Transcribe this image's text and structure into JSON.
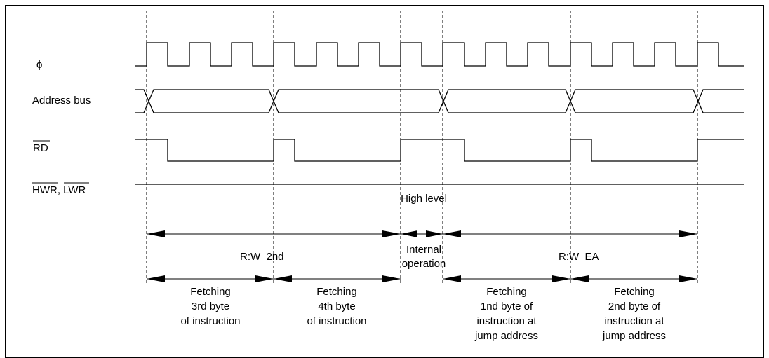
{
  "signals": {
    "phi": "ϕ",
    "address_bus": "Address bus",
    "rd": "RD",
    "hwr_lwr": "HWR, LWR"
  },
  "annotations": {
    "high_level": "High level",
    "rw_2nd": "R:W  2nd",
    "internal_line1": "Internal",
    "internal_line2": "operation",
    "rw_ea": "R:W  EA"
  },
  "fetch_labels": [
    [
      "Fetching",
      "3rd byte",
      "of instruction"
    ],
    [
      "Fetching",
      "4th byte",
      "of instruction"
    ],
    [
      "Fetching",
      "1nd byte of",
      "instruction at",
      "jump address"
    ],
    [
      "Fetching",
      "2nd byte of",
      "instruction at",
      "jump address"
    ]
  ]
}
